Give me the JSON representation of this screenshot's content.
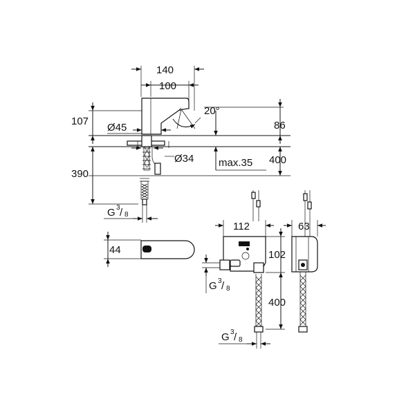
{
  "dimensions": {
    "spout_outer_width": "140",
    "spout_inner_width": "100",
    "spout_height": "107",
    "base_diameter": "Ø45",
    "spray_angle": "20°",
    "outlet_height": "86",
    "hole_diameter": "Ø34",
    "max_deck_thickness": "max.35",
    "hose_length_right": "400",
    "hose_length_left": "390",
    "connection_thread_g": "G",
    "connection_thread_num": "3",
    "connection_thread_den": "8",
    "base_depth": "44",
    "box_width": "112",
    "box_depth": "63",
    "box_height": "102",
    "box_hose_length": "400"
  },
  "colors": {
    "line": "#111111",
    "background": "#ffffff"
  }
}
